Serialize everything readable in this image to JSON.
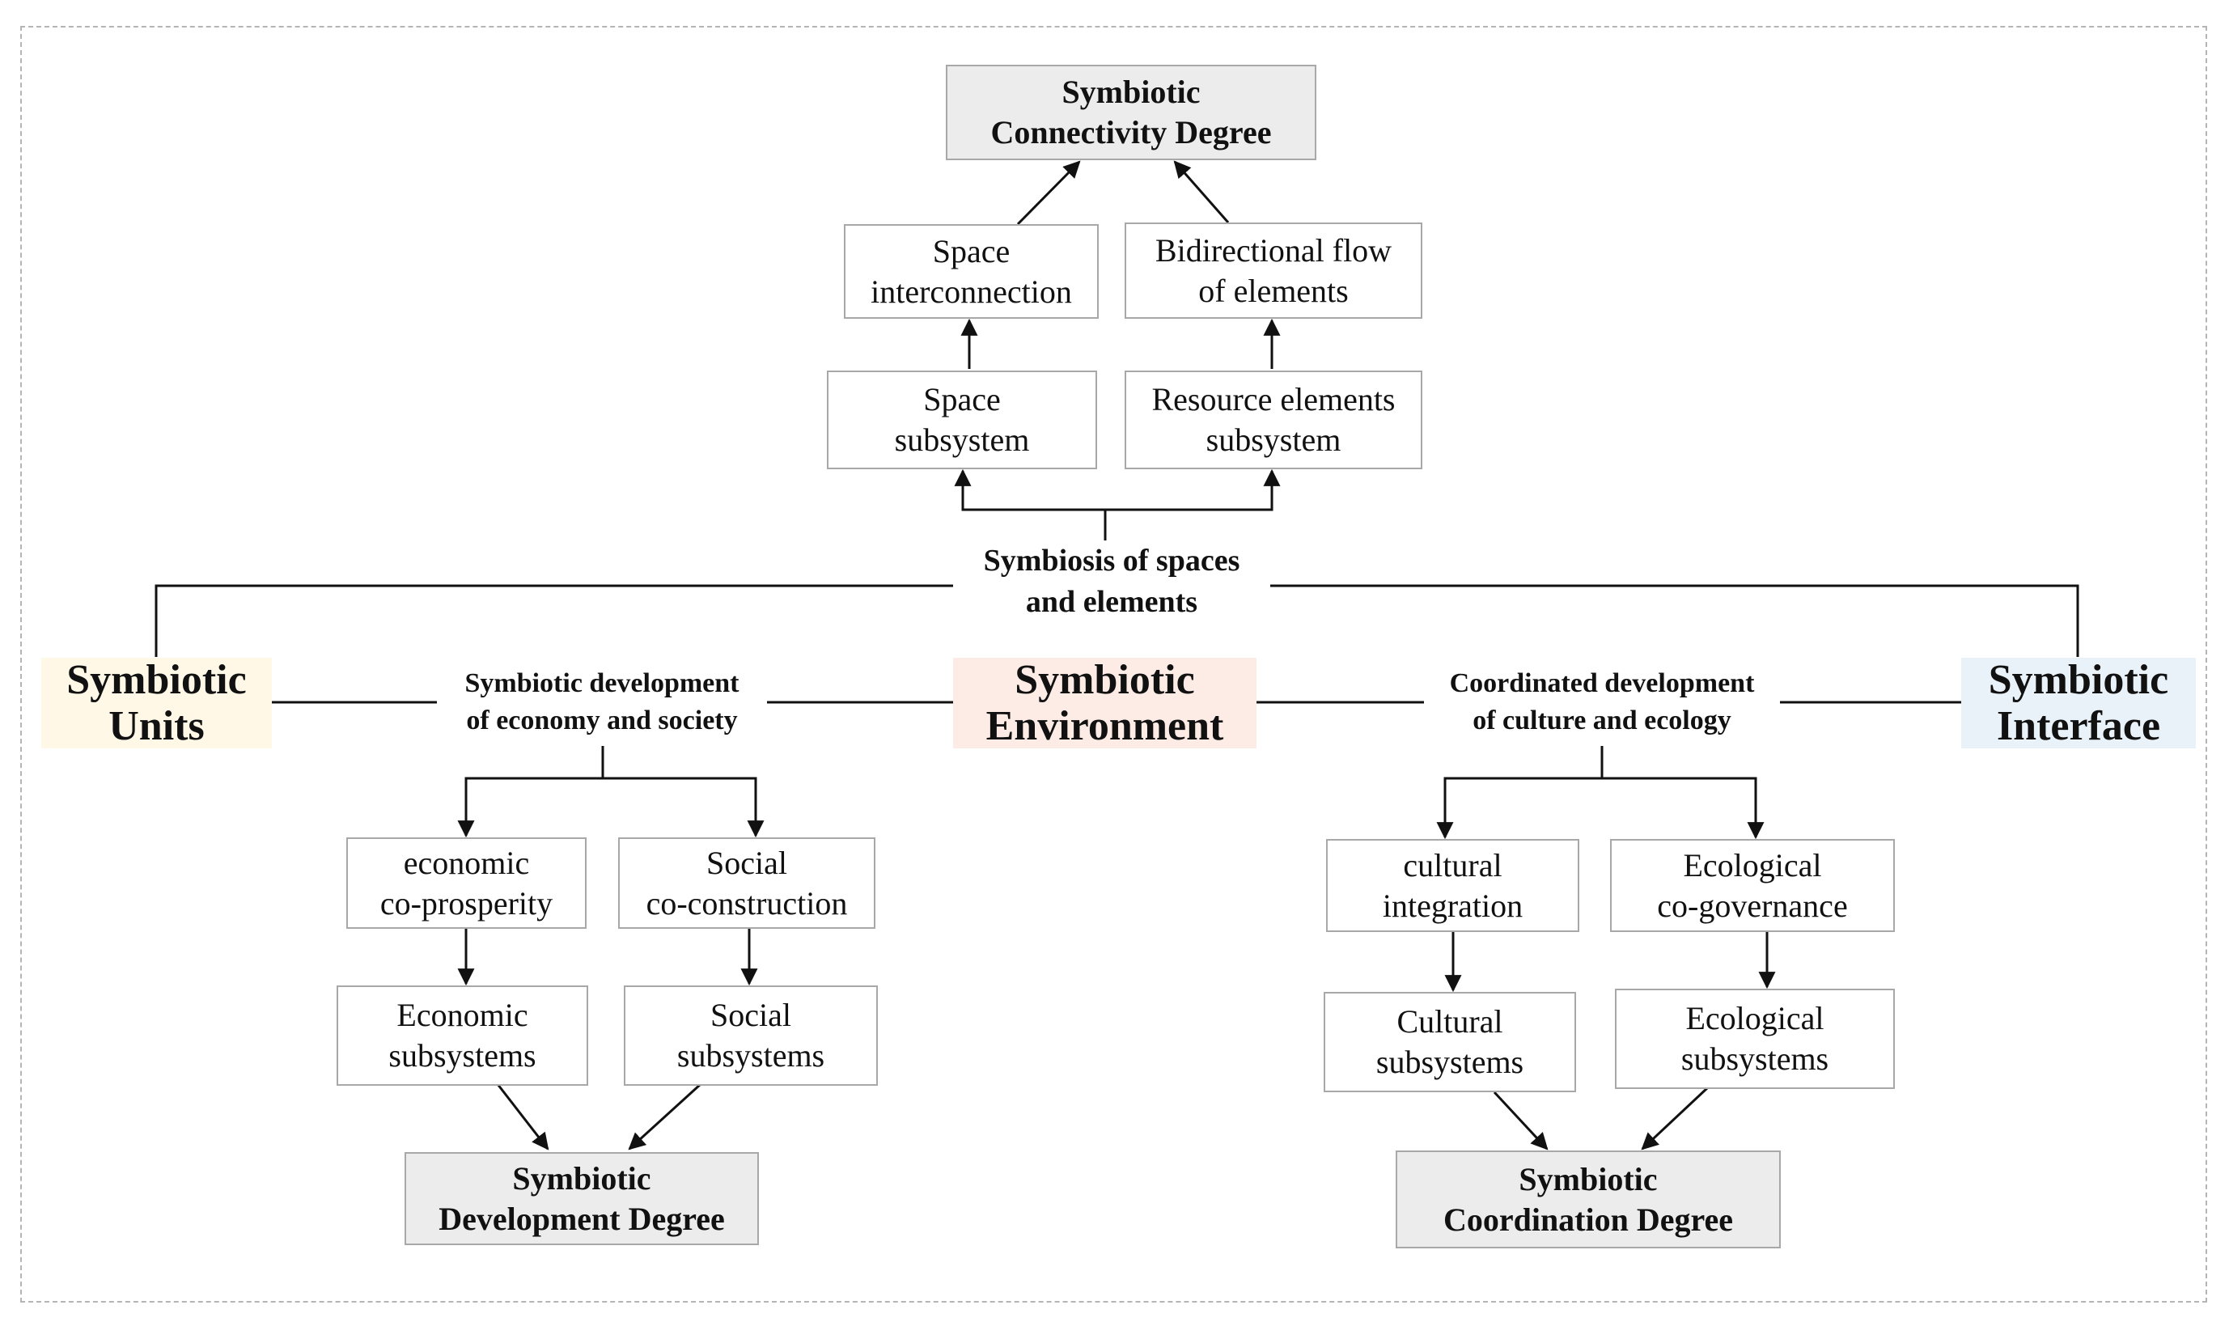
{
  "nodes": {
    "connectivity_degree": "Symbiotic\nConnectivity Degree",
    "space_interconnection": "Space\ninterconnection",
    "bidirectional_flow": "Bidirectional flow\nof elements",
    "space_subsystem": "Space\nsubsystem",
    "resource_subsystem": "Resource elements\nsubsystem",
    "symbiosis_spaces": "Symbiosis of spaces\nand elements",
    "symbiotic_units": "Symbiotic\nUnits",
    "symbiotic_environment": "Symbiotic\nEnvironment",
    "symbiotic_interface": "Symbiotic\nInterface",
    "economy_society": "Symbiotic development\nof economy and society",
    "culture_ecology": "Coordinated development\nof culture and ecology",
    "economic_coprosperity": "economic\nco-prosperity",
    "social_coconstruction": "Social\nco-construction",
    "economic_subsystems": "Economic\nsubsystems",
    "social_subsystems": "Social\nsubsystems",
    "development_degree": "Symbiotic\nDevelopment Degree",
    "cultural_integration": "cultural\nintegration",
    "ecological_cogovernance": "Ecological\nco-governance",
    "cultural_subsystems": "Cultural\nsubsystems",
    "ecological_subsystems": "Ecological\nsubsystems",
    "coordination_degree": "Symbiotic\nCoordination Degree"
  },
  "colors": {
    "units_fill": "#fff8e6",
    "environment_fill": "#fdece6",
    "interface_fill": "#eaf2f9",
    "degree_fill": "#ececec",
    "line": "#111111"
  }
}
